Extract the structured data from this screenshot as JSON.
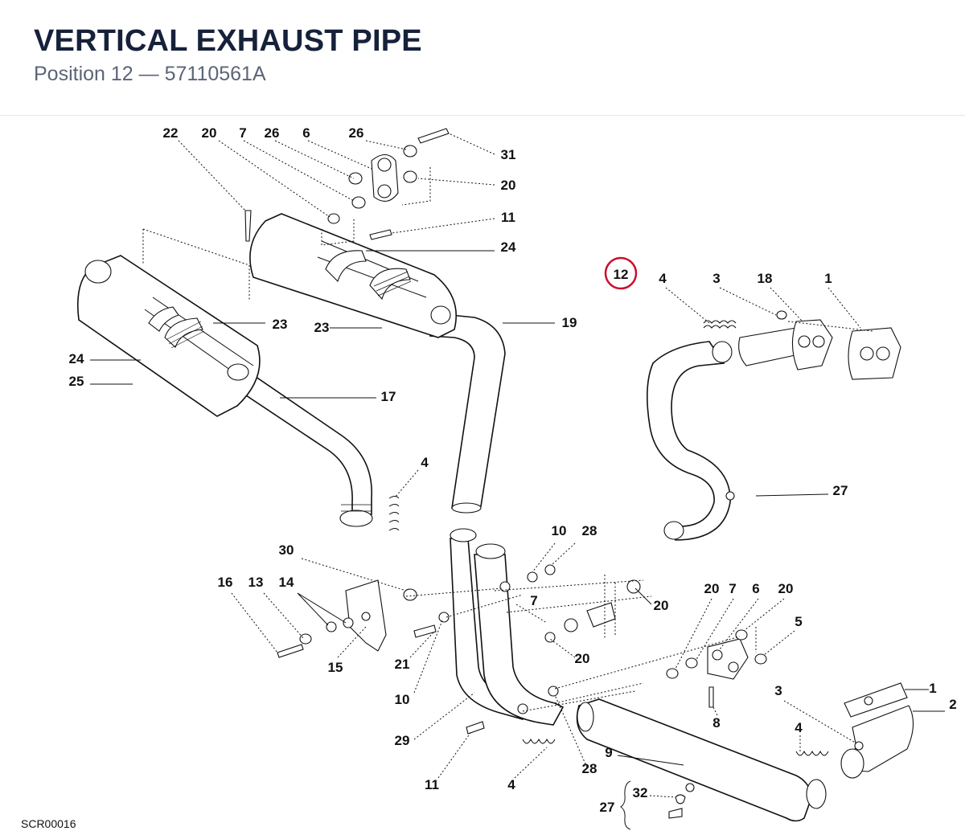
{
  "header": {
    "title": "VERTICAL EXHAUST PIPE",
    "subtitle": "Position 12 — 57110561A"
  },
  "highlight": {
    "label": "12",
    "color": "#c8102e"
  },
  "callouts": [
    {
      "id": "c22",
      "label": "22"
    },
    {
      "id": "c20a",
      "label": "20"
    },
    {
      "id": "c7a",
      "label": "7"
    },
    {
      "id": "c26a",
      "label": "26"
    },
    {
      "id": "c6a",
      "label": "6"
    },
    {
      "id": "c26b",
      "label": "26"
    },
    {
      "id": "c31",
      "label": "31"
    },
    {
      "id": "c20b",
      "label": "20"
    },
    {
      "id": "c11a",
      "label": "11"
    },
    {
      "id": "c24a",
      "label": "24"
    },
    {
      "id": "c23a",
      "label": "23"
    },
    {
      "id": "c23b",
      "label": "23"
    },
    {
      "id": "c19",
      "label": "19"
    },
    {
      "id": "c24b",
      "label": "24"
    },
    {
      "id": "c25",
      "label": "25"
    },
    {
      "id": "c17",
      "label": "17"
    },
    {
      "id": "c4a",
      "label": "4"
    },
    {
      "id": "c4b",
      "label": "4"
    },
    {
      "id": "c3a",
      "label": "3"
    },
    {
      "id": "c18",
      "label": "18"
    },
    {
      "id": "c1a",
      "label": "1"
    },
    {
      "id": "c27a",
      "label": "27"
    },
    {
      "id": "c30",
      "label": "30"
    },
    {
      "id": "c10a",
      "label": "10"
    },
    {
      "id": "c28a",
      "label": "28"
    },
    {
      "id": "c16",
      "label": "16"
    },
    {
      "id": "c13",
      "label": "13"
    },
    {
      "id": "c14",
      "label": "14"
    },
    {
      "id": "c7b",
      "label": "7"
    },
    {
      "id": "c20c",
      "label": "20"
    },
    {
      "id": "c20d",
      "label": "20"
    },
    {
      "id": "c15",
      "label": "15"
    },
    {
      "id": "c21",
      "label": "21"
    },
    {
      "id": "c10b",
      "label": "10"
    },
    {
      "id": "c20e",
      "label": "20"
    },
    {
      "id": "c7c",
      "label": "7"
    },
    {
      "id": "c6b",
      "label": "6"
    },
    {
      "id": "c20f",
      "label": "20"
    },
    {
      "id": "c5",
      "label": "5"
    },
    {
      "id": "c8",
      "label": "8"
    },
    {
      "id": "c1b",
      "label": "1"
    },
    {
      "id": "c3b",
      "label": "3"
    },
    {
      "id": "c2",
      "label": "2"
    },
    {
      "id": "c4c",
      "label": "4"
    },
    {
      "id": "c29",
      "label": "29"
    },
    {
      "id": "c9",
      "label": "9"
    },
    {
      "id": "c28b",
      "label": "28"
    },
    {
      "id": "c11b",
      "label": "11"
    },
    {
      "id": "c4d",
      "label": "4"
    },
    {
      "id": "c32",
      "label": "32"
    },
    {
      "id": "c27b",
      "label": "27"
    }
  ],
  "footer": {
    "code": "SCR00016"
  }
}
